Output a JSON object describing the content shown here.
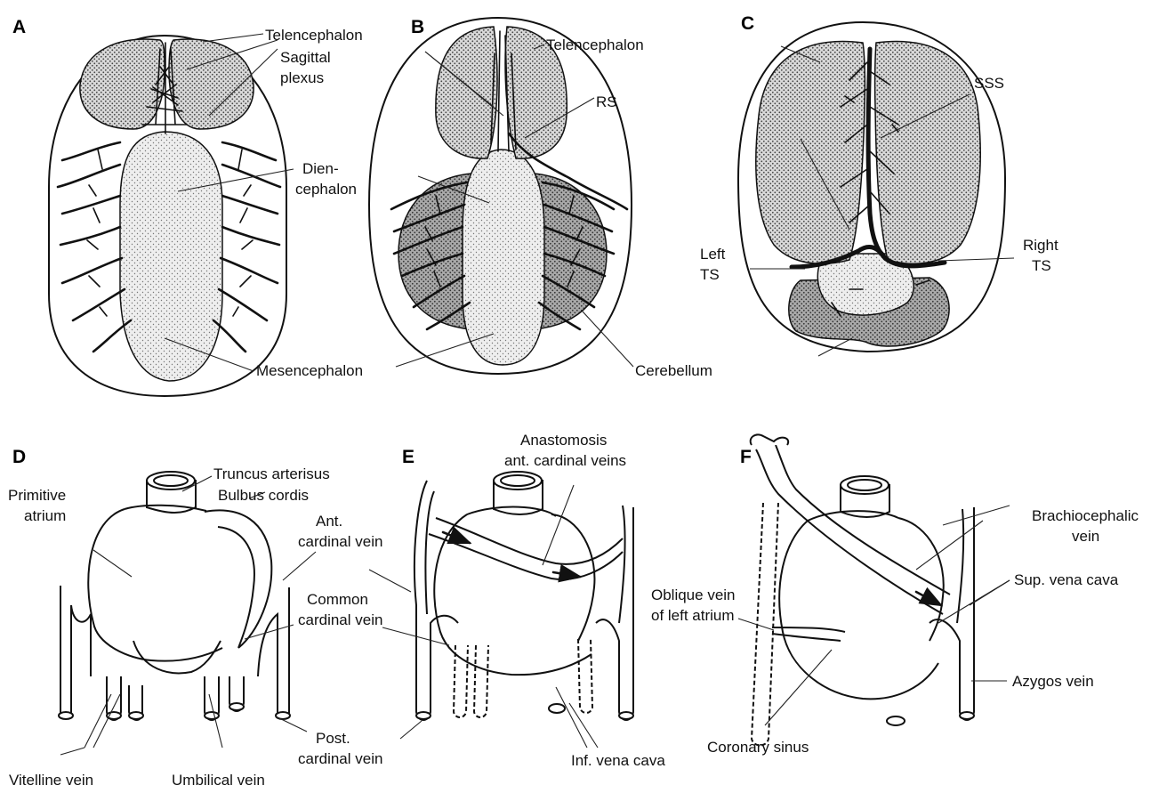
{
  "panels": {
    "A": "A",
    "B": "B",
    "C": "C",
    "D": "D",
    "E": "E",
    "F": "F"
  },
  "labels": {
    "a_telencephalon": "Telencephalon",
    "a_sagittal_1": "Sagittal",
    "a_sagittal_2": "plexus",
    "a_dien_1": "Dien-",
    "a_dien_2": "cephalon",
    "a_mesencephalon": "Mesencephalon",
    "b_telencephalon": "Telencephalon",
    "b_rs": "RS",
    "b_cerebellum": "Cerebellum",
    "c_sss": "SSS",
    "c_left_1": "Left",
    "c_left_2": "TS",
    "c_right_1": "Right",
    "c_right_2": "TS",
    "d_truncus": "Truncus arterisus",
    "d_bulbus": "Bulbus cordis",
    "d_prim_1": "Primitive",
    "d_prim_2": "atrium",
    "d_ant_1": "Ant.",
    "d_ant_2": "cardinal vein",
    "d_common_1": "Common",
    "d_common_2": "cardinal vein",
    "d_post_1": "Post.",
    "d_post_2": "cardinal vein",
    "d_vitelline": "Vitelline vein",
    "d_umbilical": "Umbilical vein",
    "e_anast_1": "Anastomosis",
    "e_anast_2": "ant. cardinal veins",
    "e_ivc": "Inf. vena cava",
    "f_brachio_1": "Brachiocephalic",
    "f_brachio_2": "vein",
    "f_oblique_1": "Oblique vein",
    "f_oblique_2": "of left atrium",
    "f_svc": "Sup. vena cava",
    "f_azygos": "Azygos vein",
    "f_coronary": "Coronary sinus"
  },
  "colors": {
    "outline": "#111111",
    "telencephalon_fill": "stippled light gray",
    "cerebellum_fill": "stippled mid gray"
  }
}
